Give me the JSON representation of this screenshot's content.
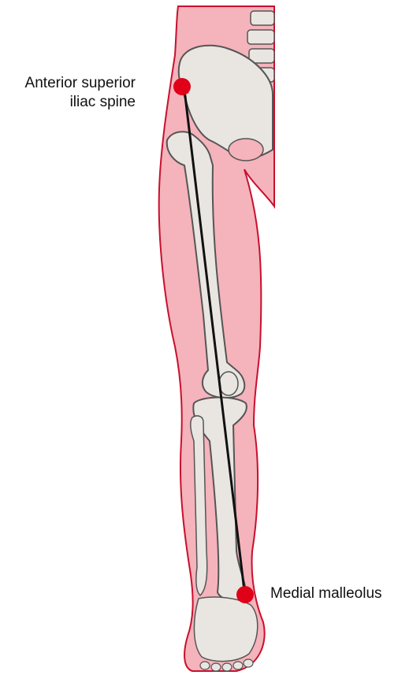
{
  "labels": {
    "asis_line1": "Anterior superior",
    "asis_line2": "iliac spine",
    "medial_malleolus": "Medial malleolus"
  },
  "colors": {
    "skin_fill": "#f5b3bb",
    "outline": "#c8102e",
    "bone_fill": "#e9e6e2",
    "bone_stroke": "#555555",
    "landmark_dot": "#e00018",
    "arrow": "#111111"
  },
  "icons": {
    "landmark_marker": "red-dot",
    "measurement_arrow": "double-headed-arrow"
  }
}
